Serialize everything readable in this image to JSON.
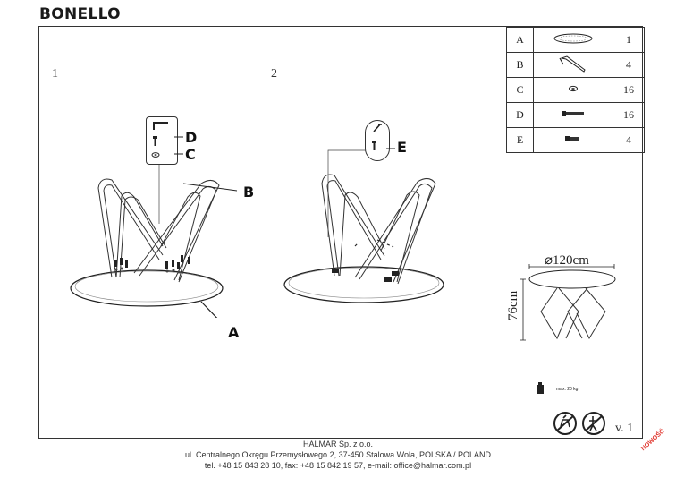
{
  "title": "BONELLO",
  "steps": {
    "one": "1",
    "two": "2"
  },
  "parts": [
    {
      "letter": "A",
      "icon": "table-top-icon",
      "qty": "1"
    },
    {
      "letter": "B",
      "icon": "leg-frame-icon",
      "qty": "4"
    },
    {
      "letter": "C",
      "icon": "washer-icon",
      "qty": "16"
    },
    {
      "letter": "D",
      "icon": "long-bolt-icon",
      "qty": "16"
    },
    {
      "letter": "E",
      "icon": "short-bolt-icon",
      "qty": "4"
    }
  ],
  "callouts": {
    "a": "A",
    "b": "B",
    "c": "C",
    "d": "D",
    "e": "E"
  },
  "dimensions": {
    "diameter": "⌀120cm",
    "height": "76cm"
  },
  "max_load": "max. 20 kg",
  "version": "v. 1",
  "footer": {
    "company": "HALMAR Sp. z o.o.",
    "address": "ul. Centralnego Okręgu Przemysłowego 2, 37-450 Stalowa Wola, POLSKA / POLAND",
    "contact": "tel. +48 15 843 28 10, fax: +48 15 842 19 57, e-mail: office@halmar.com.pl"
  },
  "stamp": "NOWOŚĆ"
}
